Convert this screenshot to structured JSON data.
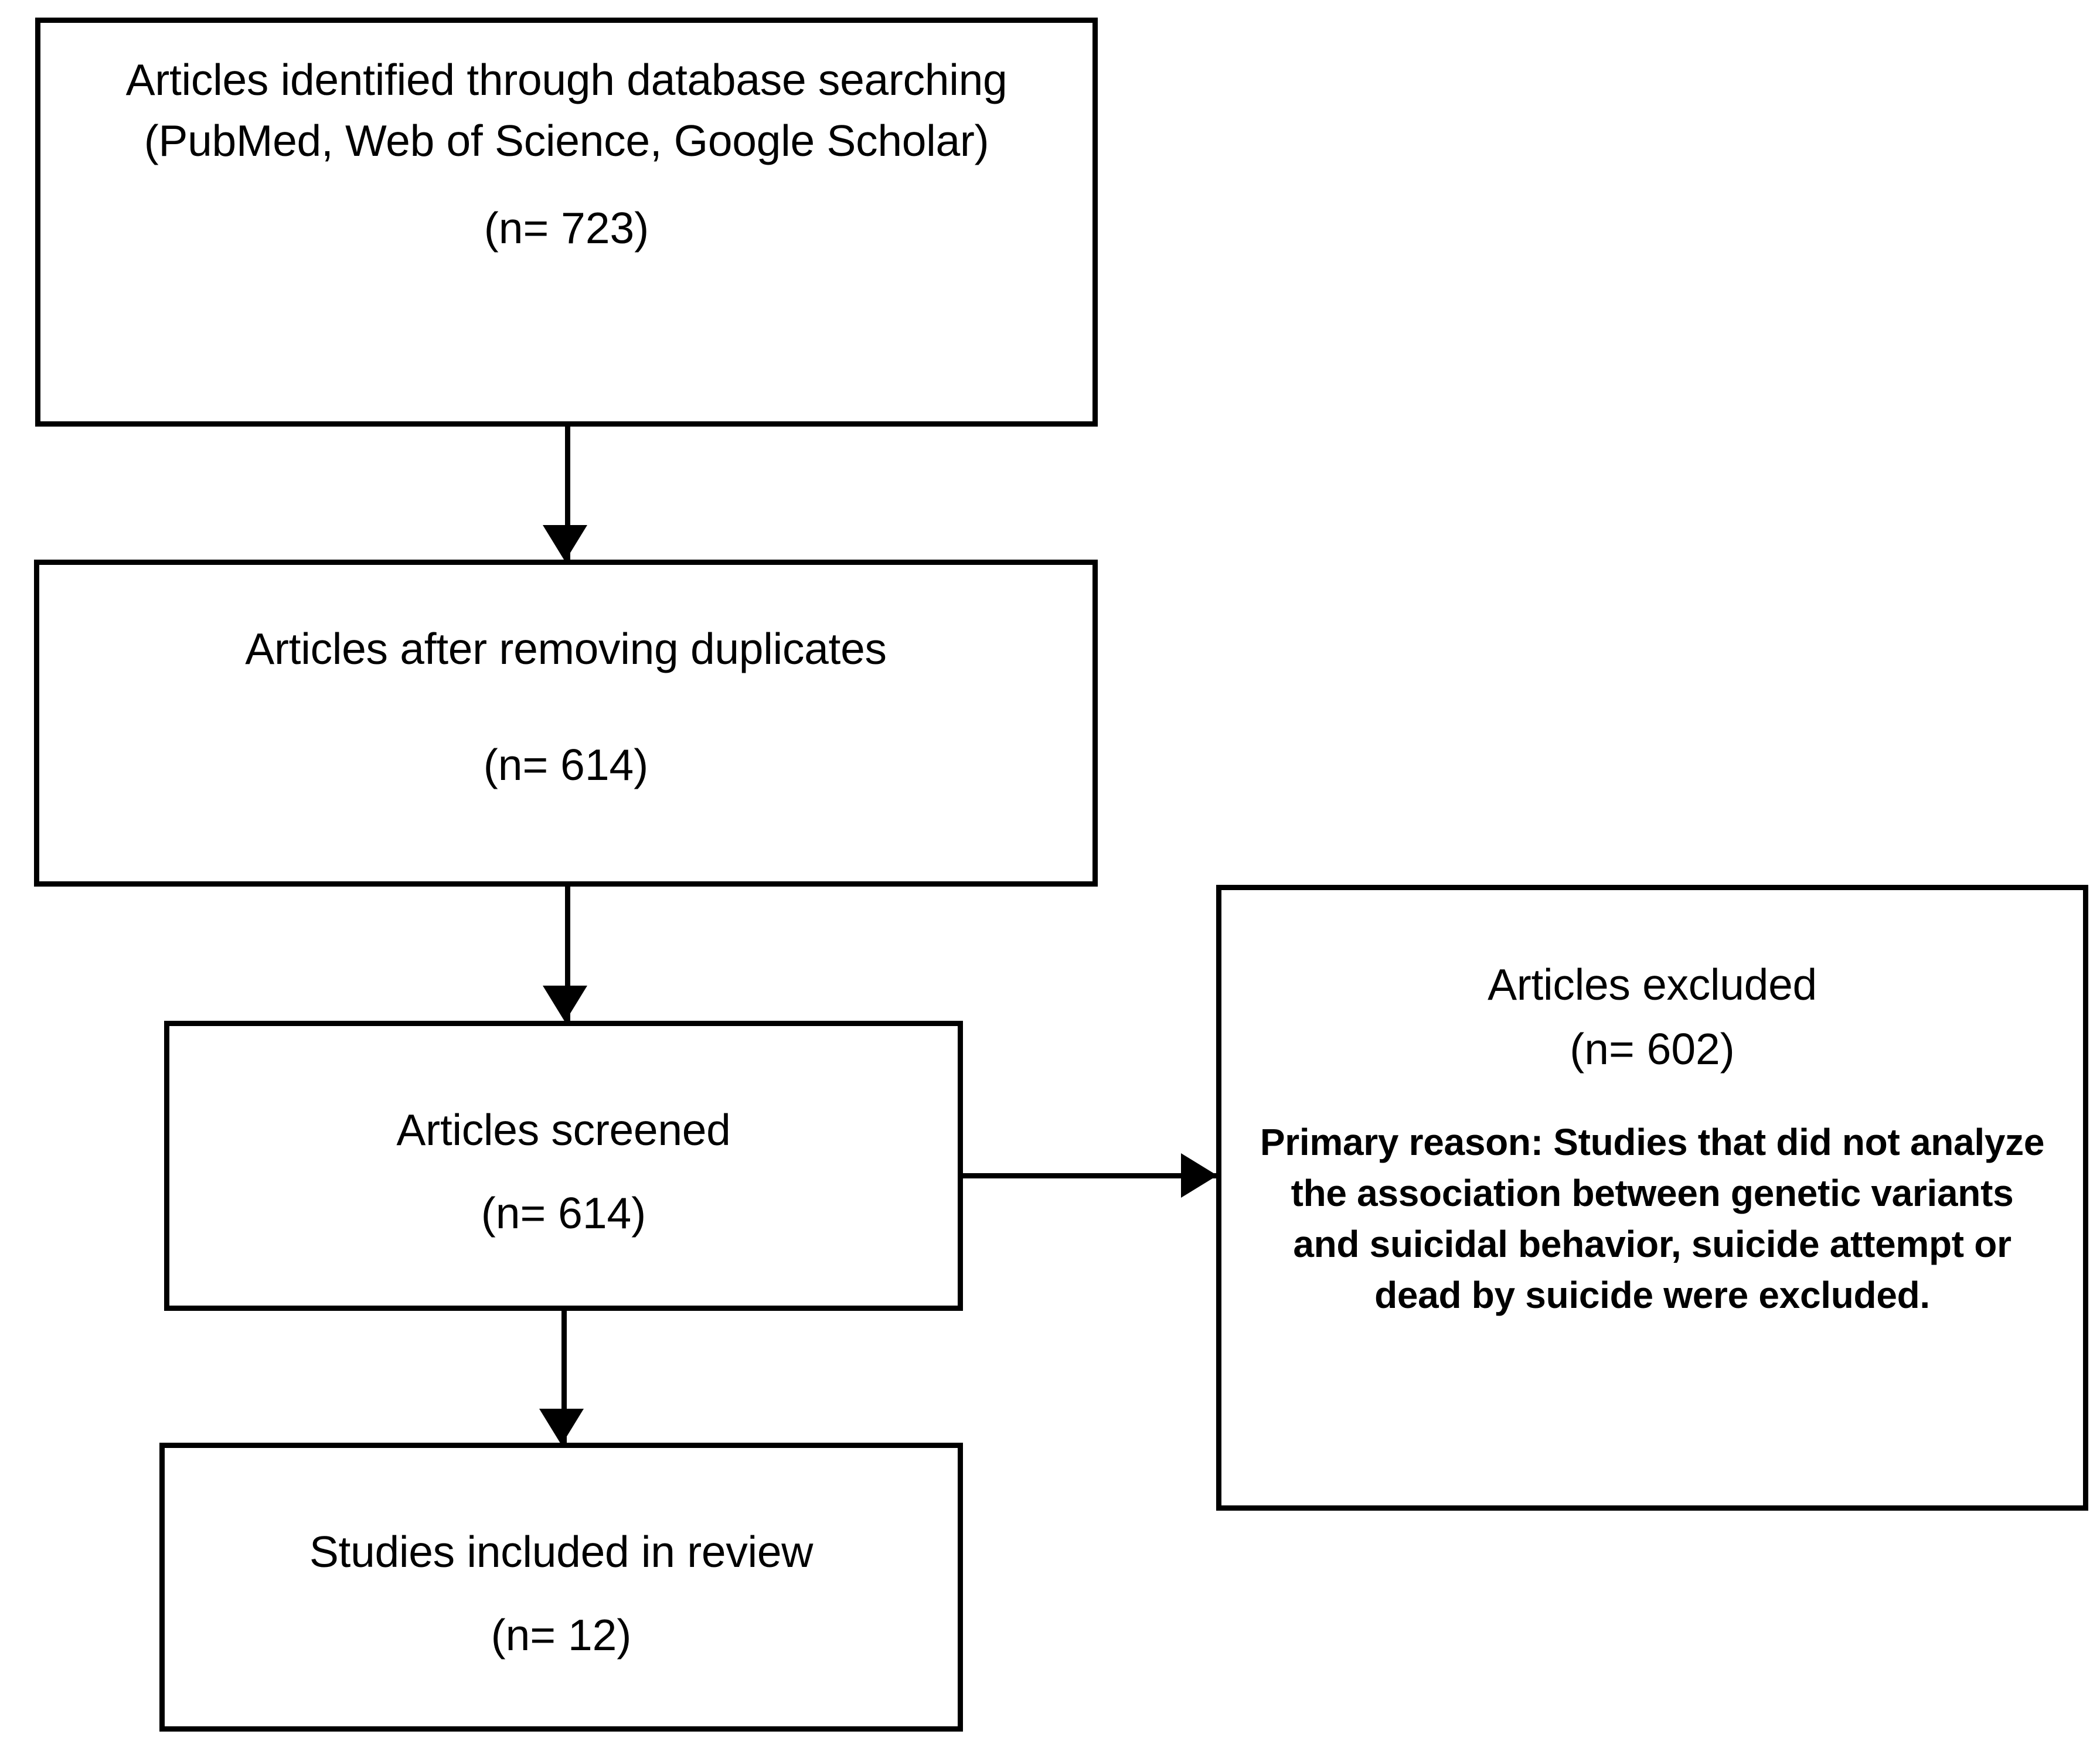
{
  "diagram": {
    "type": "prisma-flow-diagram",
    "orientation": "vertical",
    "colors": {
      "background": "#ffffff",
      "border": "#000000",
      "text": "#000000",
      "connector": "#000000"
    }
  },
  "nodes": {
    "identified": {
      "label": "Articles identified through database searching (PubMed, Web of Science, Google Scholar)",
      "count": "(n= 723)",
      "n": 723
    },
    "duplicates": {
      "label": "Articles after removing duplicates",
      "count": "(n= 614)",
      "n": 614
    },
    "screened": {
      "label": "Articles screened",
      "count": "(n= 614)",
      "n": 614
    },
    "included": {
      "label": "Studies included in review",
      "count": "(n= 12)",
      "n": 12
    },
    "excluded": {
      "label": "Articles excluded",
      "count": "(n= 602)",
      "n": 602,
      "reason": "Primary reason: Studies that did not analyze the association between genetic variants and suicidal behavior, suicide attempt or dead by suicide were excluded."
    }
  },
  "connectors": [
    {
      "from": "identified",
      "to": "duplicates",
      "direction": "down"
    },
    {
      "from": "duplicates",
      "to": "screened",
      "direction": "down"
    },
    {
      "from": "screened",
      "to": "included",
      "direction": "down"
    },
    {
      "from": "screened",
      "to": "excluded",
      "direction": "right"
    }
  ]
}
